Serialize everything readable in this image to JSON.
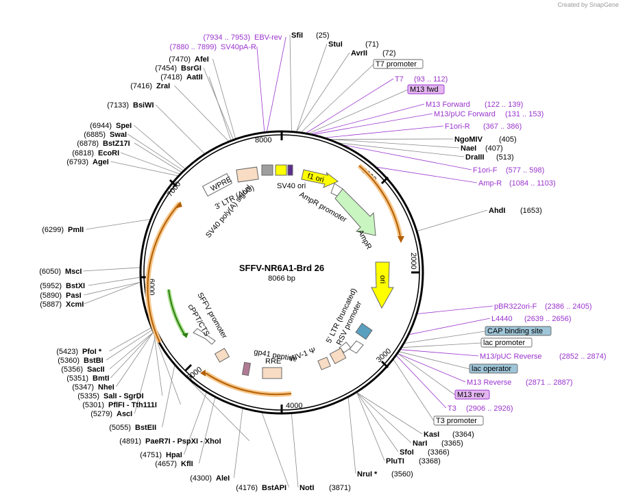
{
  "credit": "Created by SnapGene",
  "plasmid": {
    "name": "SFFV-NR6A1-Brd 26",
    "length": "8066 bp"
  },
  "ticks": [
    "1000",
    "2000",
    "3000",
    "4000",
    "5000",
    "6000",
    "7000",
    "8000"
  ],
  "features": {
    "wpre": "WPRE",
    "ltr3": "3' LTR (ΔU3)",
    "sv40polyA": "SV40 poly(A) signal",
    "sv40ori": "SV40 ori",
    "f1ori": "f1 ori",
    "amprPromoter": "AmpR promoter",
    "ampr": "AmpR",
    "ori": "ori",
    "ltr5": "5' LTR (truncated)",
    "rsv": "RSV promoter",
    "hiv": "HIV-1 Ψ",
    "rre": "RRE",
    "gp41": "gp41 peptide",
    "cppt": "cPPT/CTS",
    "sffv": "SFFV promoter"
  },
  "right_labels": [
    {
      "name": "SfiI",
      "pos": "(25)"
    },
    {
      "name": "StuI",
      "pos": "(71)"
    },
    {
      "name": "AvrII",
      "pos": "(72)"
    },
    {
      "name": "T7 promoter",
      "pos": ""
    },
    {
      "name": "T7",
      "pos": "(93 .. 112)"
    },
    {
      "name": "M13 fwd",
      "pos": ""
    },
    {
      "name": "M13 Forward",
      "pos": "(122 .. 139)"
    },
    {
      "name": "M13/pUC Forward",
      "pos": "(131 .. 153)"
    },
    {
      "name": "F1ori-R",
      "pos": "(367 .. 386)"
    },
    {
      "name": "NgoMIV",
      "pos": "(405)"
    },
    {
      "name": "NaeI",
      "pos": "(407)"
    },
    {
      "name": "DraIII",
      "pos": "(513)"
    },
    {
      "name": "F1ori-F",
      "pos": "(577 .. 598)"
    },
    {
      "name": "Amp-R",
      "pos": "(1084 .. 1103)"
    },
    {
      "name": "AhdI",
      "pos": "(1653)"
    },
    {
      "name": "pBR322ori-F",
      "pos": "(2386 .. 2405)"
    },
    {
      "name": "L4440",
      "pos": "(2639 .. 2656)"
    },
    {
      "name": "CAP binding site",
      "pos": ""
    },
    {
      "name": "lac promoter",
      "pos": ""
    },
    {
      "name": "M13/pUC Reverse",
      "pos": "(2852 .. 2874)"
    },
    {
      "name": "lac operator",
      "pos": ""
    },
    {
      "name": "M13 Reverse",
      "pos": "(2871 .. 2887)"
    },
    {
      "name": "M13 rev",
      "pos": ""
    },
    {
      "name": "T3",
      "pos": "(2906 .. 2926)"
    },
    {
      "name": "T3 promoter",
      "pos": ""
    },
    {
      "name": "KasI",
      "pos": "(3364)"
    },
    {
      "name": "NarI",
      "pos": "(3365)"
    },
    {
      "name": "SfoI",
      "pos": "(3366)"
    },
    {
      "name": "PluTI",
      "pos": "(3368)"
    },
    {
      "name": "NruI *",
      "pos": "(3560)"
    },
    {
      "name": "NotI",
      "pos": "(3871)"
    }
  ],
  "left_labels": [
    {
      "name": "EBV-rev",
      "pos": "(7934 .. 7953)"
    },
    {
      "name": "SV40pA-R",
      "pos": "(7880 .. 7899)"
    },
    {
      "name": "AfeI",
      "pos": "(7470)"
    },
    {
      "name": "BsrGI",
      "pos": "(7454)"
    },
    {
      "name": "AatII",
      "pos": "(7418)"
    },
    {
      "name": "ZraI",
      "pos": "(7416)"
    },
    {
      "name": "BsiWI",
      "pos": "(7133)"
    },
    {
      "name": "SpeI",
      "pos": "(6944)"
    },
    {
      "name": "SwaI",
      "pos": "(6885)"
    },
    {
      "name": "BstZ17I",
      "pos": "(6878)"
    },
    {
      "name": "EcoRI",
      "pos": "(6818)"
    },
    {
      "name": "AgeI",
      "pos": "(6793)"
    },
    {
      "name": "PmlI",
      "pos": "(6299)"
    },
    {
      "name": "MscI",
      "pos": "(6050)"
    },
    {
      "name": "BstXI",
      "pos": "(5952)"
    },
    {
      "name": "PasI",
      "pos": "(5890)"
    },
    {
      "name": "XcmI",
      "pos": "(5887)"
    },
    {
      "name": "PfoI *",
      "pos": "(5423)"
    },
    {
      "name": "BstBI",
      "pos": "(5360)"
    },
    {
      "name": "SacII",
      "pos": "(5356)"
    },
    {
      "name": "BmtI",
      "pos": "(5351)"
    },
    {
      "name": "NheI",
      "pos": "(5347)"
    },
    {
      "name": "SalI  - SgrDI",
      "pos": "(5335)"
    },
    {
      "name": "PflFI  - Tth111I",
      "pos": "(5301)"
    },
    {
      "name": "AscI",
      "pos": "(5279)"
    },
    {
      "name": "BstEII",
      "pos": "(5055)"
    },
    {
      "name": "PaeR7I  - PspXI  - XhoI",
      "pos": "(4891)"
    },
    {
      "name": "HpaI",
      "pos": "(4751)"
    },
    {
      "name": "KflI",
      "pos": "(4657)"
    },
    {
      "name": "AleI",
      "pos": "(4300)"
    },
    {
      "name": "BstAPI",
      "pos": "(4176)"
    }
  ]
}
